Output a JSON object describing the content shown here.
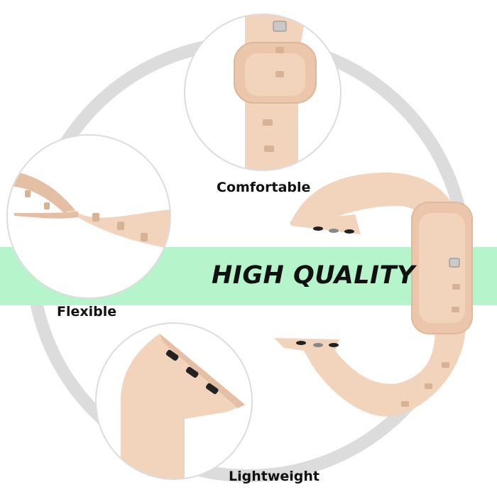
{
  "headline": "HIGH QUALITY",
  "features": [
    {
      "label": "Comfortable",
      "icon": "strap-buckle-closeup"
    },
    {
      "label": "Flexible",
      "icon": "twisted-strap-closeup"
    },
    {
      "label": "Lightweight",
      "icon": "strap-connector-closeup"
    }
  ],
  "colors": {
    "band": "#f2d3bc",
    "band_shade": "#e4bfa4",
    "banner": "#b6f5cc",
    "ring": "#d9d9d9",
    "text": "#111111"
  }
}
